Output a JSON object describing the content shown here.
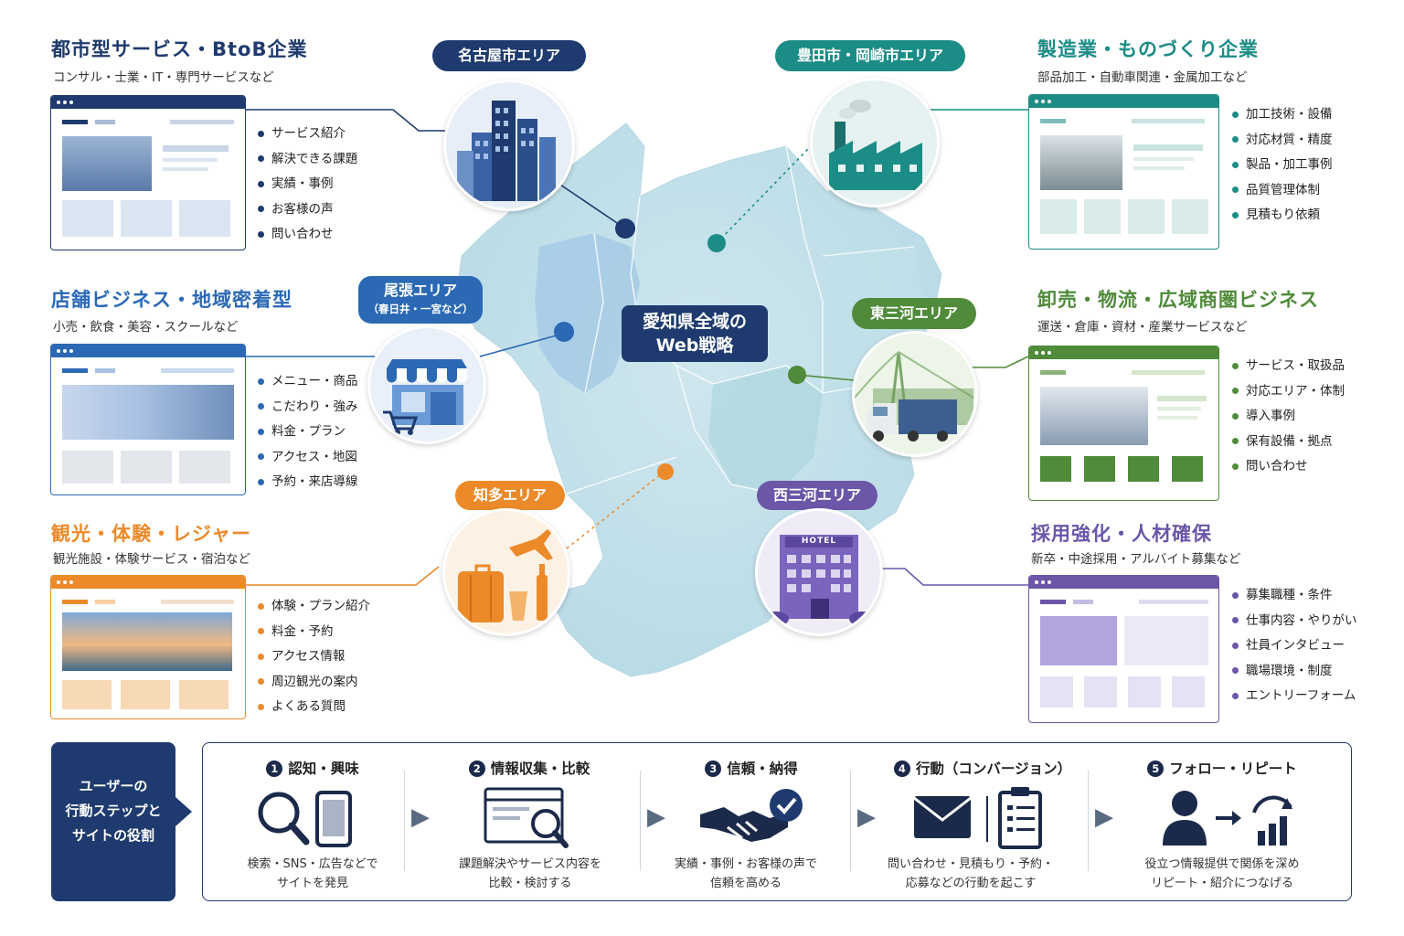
{
  "center_label": {
    "line1": "愛知県全域の",
    "line2": "Web戦略"
  },
  "colors": {
    "navy": "#1e3a6e",
    "teal": "#1c8c86",
    "blue": "#2b69b5",
    "green": "#4f8b3a",
    "orange": "#ec8a2a",
    "purple": "#6b56a8"
  },
  "areas": {
    "nagoya": "名古屋市エリア",
    "toyota": "豊田市・岡崎市エリア",
    "owari": "尾張エリア",
    "owari_sub": "（春日井・一宮など）",
    "higashi_mikawa": "東三河エリア",
    "chita": "知多エリア",
    "nishi_mikawa": "西三河エリア"
  },
  "sections": {
    "btob": {
      "title": "都市型サービス・BtoB企業",
      "subtitle": "コンサル・士業・IT・専門サービスなど",
      "items": [
        "サービス紹介",
        "解決できる課題",
        "実績・事例",
        "お客様の声",
        "問い合わせ"
      ]
    },
    "store": {
      "title": "店舗ビジネス・地域密着型",
      "subtitle": "小売・飲食・美容・スクールなど",
      "items": [
        "メニュー・商品",
        "こだわり・強み",
        "料金・プラン",
        "アクセス・地図",
        "予約・来店導線"
      ]
    },
    "tourism": {
      "title": "観光・体験・レジャー",
      "subtitle": "観光施設・体験サービス・宿泊など",
      "items": [
        "体験・プラン紹介",
        "料金・予約",
        "アクセス情報",
        "周辺観光の案内",
        "よくある質問"
      ]
    },
    "manufacturing": {
      "title": "製造業・ものづくり企業",
      "subtitle": "部品加工・自動車関連・金属加工など",
      "items": [
        "加工技術・設備",
        "対応材質・精度",
        "製品・加工事例",
        "品質管理体制",
        "見積もり依頼"
      ]
    },
    "wholesale": {
      "title": "卸売・物流・広域商圏ビジネス",
      "subtitle": "運送・倉庫・資材・産業サービスなど",
      "items": [
        "サービス・取扱品",
        "対応エリア・体制",
        "導入事例",
        "保有設備・拠点",
        "問い合わせ"
      ]
    },
    "recruit": {
      "title": "採用強化・人材確保",
      "subtitle": "新卒・中途採用・アルバイト募集など",
      "items": [
        "募集職種・条件",
        "仕事内容・やりがい",
        "社員インタビュー",
        "職場環境・制度",
        "エントリーフォーム"
      ]
    }
  },
  "hotel_sign": "HOTEL",
  "steps_label": {
    "line1": "ユーザーの",
    "line2": "行動ステップと",
    "line3": "サイトの役割"
  },
  "steps": [
    {
      "num": "1",
      "title": "認知・興味",
      "desc1": "検索・SNS・広告などで",
      "desc2": "サイトを発見",
      "icon": "search-phone-icon"
    },
    {
      "num": "2",
      "title": "情報収集・比較",
      "desc1": "課題解決やサービス内容を",
      "desc2": "比較・検討する",
      "icon": "browser-search-icon"
    },
    {
      "num": "3",
      "title": "信頼・納得",
      "desc1": "実績・事例・お客様の声で",
      "desc2": "信頼を高める",
      "icon": "handshake-check-icon"
    },
    {
      "num": "4",
      "title": "行動（コンバージョン）",
      "desc1": "問い合わせ・見積もり・予約・",
      "desc2": "応募などの行動を起こす",
      "icon": "mail-clipboard-icon"
    },
    {
      "num": "5",
      "title": "フォロー・リピート",
      "desc1": "役立つ情報提供で関係を深め",
      "desc2": "リピート・紹介につなげる",
      "icon": "user-growth-icon"
    }
  ]
}
